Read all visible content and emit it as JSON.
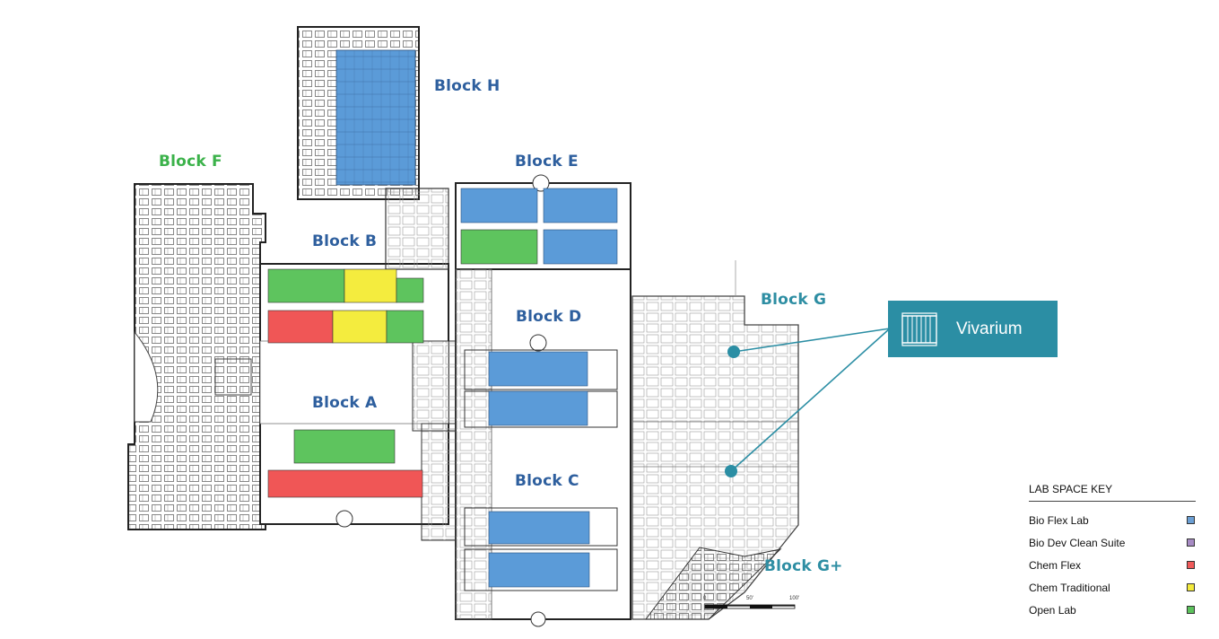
{
  "blocks": {
    "h": {
      "label": "Block H",
      "color": "#2e5f9e"
    },
    "f": {
      "label": "Block F",
      "color": "#3bb24a"
    },
    "e": {
      "label": "Block E",
      "color": "#2e5f9e"
    },
    "b": {
      "label": "Block B",
      "color": "#2e5f9e"
    },
    "g": {
      "label": "Block G",
      "color": "#2e8ea3"
    },
    "d": {
      "label": "Block D",
      "color": "#2e5f9e"
    },
    "a": {
      "label": "Block A",
      "color": "#2e5f9e"
    },
    "c": {
      "label": "Block C",
      "color": "#2e5f9e"
    },
    "gplus": {
      "label": "Block G+",
      "color": "#2e8ea3"
    }
  },
  "callout": {
    "label": "Vivarium",
    "icon": "vivarium-cage-icon",
    "color": "#2b8ea4"
  },
  "key": {
    "title": "LAB SPACE KEY",
    "items": [
      {
        "label": "Bio Flex Lab",
        "color": "#6b9fd4"
      },
      {
        "label": "Bio Dev Clean Suite",
        "color": "#a78bc4"
      },
      {
        "label": "Chem Flex",
        "color": "#f05a5a"
      },
      {
        "label": "Chem Traditional",
        "color": "#f3ea3c"
      },
      {
        "label": "Open Lab",
        "color": "#5cc25c"
      }
    ]
  },
  "scale": {
    "ticks": [
      "0",
      "50'",
      "100'"
    ]
  },
  "fills": {
    "bio_flex": "#5b9bd8",
    "chem_flex": "#f05656",
    "chem_traditional": "#f4ec3e",
    "open_lab": "#5ec45e"
  }
}
